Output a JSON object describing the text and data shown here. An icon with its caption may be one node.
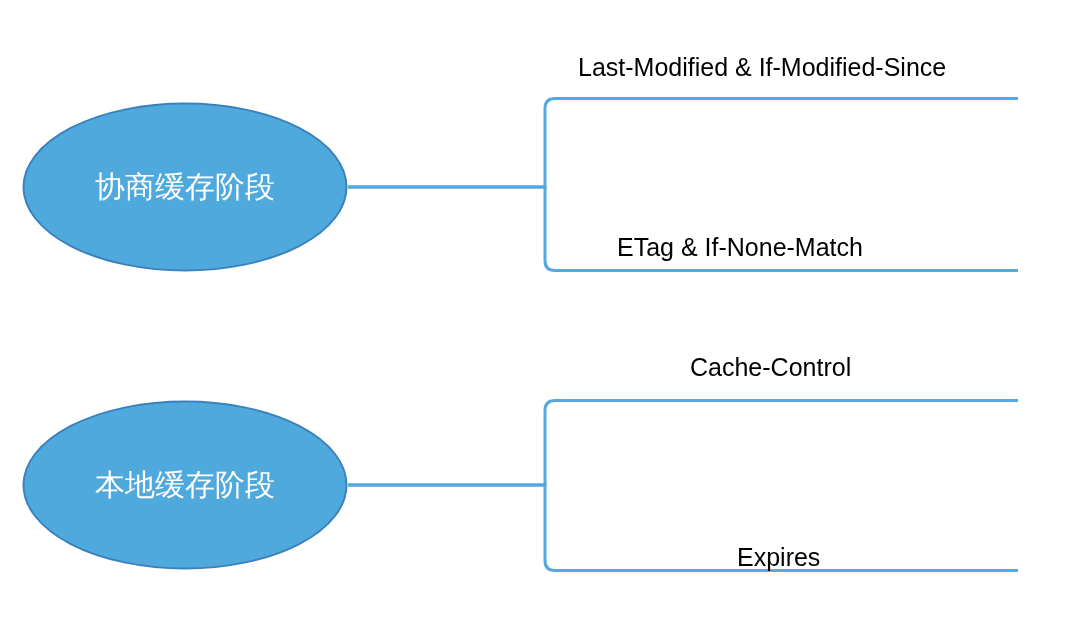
{
  "diagram": {
    "nodes": [
      {
        "text": [
          "协商缓存阶段"
        ]
      },
      {
        "text": [
          "Last-Modified & If-Modified-Since"
        ]
      },
      {
        "text": [
          "ETag & If-None-Match"
        ]
      },
      {
        "text": [
          "本地缓存阶段"
        ]
      },
      {
        "text": [
          "Cache-Control"
        ]
      },
      {
        "text": [
          "Expires"
        ]
      }
    ],
    "edges": [
      {
        "from": 0,
        "to": 1,
        "arrow": "none"
      },
      {
        "from": 0,
        "to": 2,
        "arrow": "none"
      },
      {
        "from": 3,
        "to": 4,
        "arrow": "none"
      },
      {
        "from": 3,
        "to": 5,
        "arrow": "none"
      }
    ]
  }
}
